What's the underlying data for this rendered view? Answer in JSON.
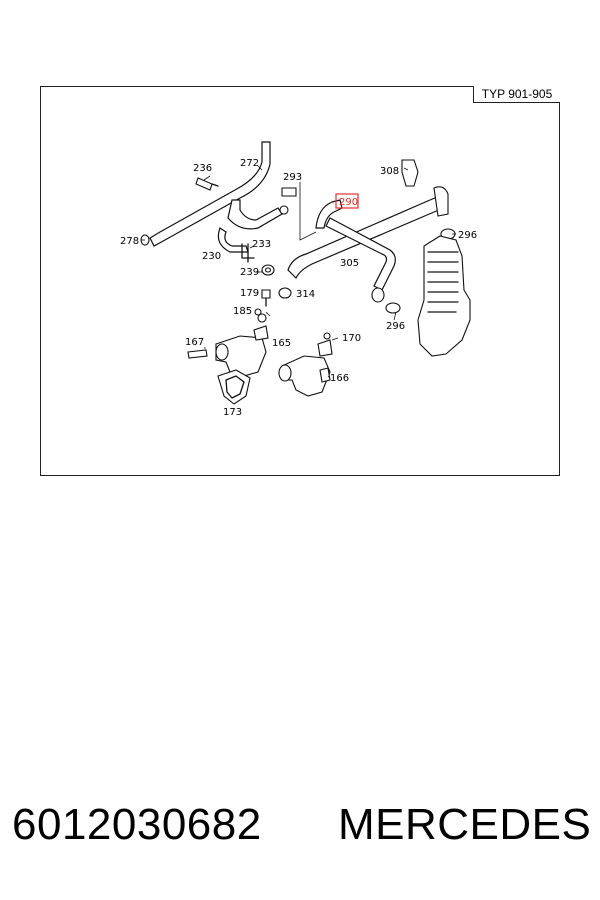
{
  "diagram": {
    "type_label": "TYP 901-905",
    "highlight_color": "#e0302e",
    "highlighted_part": "290",
    "parts": {
      "p236": "236",
      "p272": "272",
      "p293": "293",
      "p308": "308",
      "p290": "290",
      "p296a": "296",
      "p278": "278",
      "p233": "233",
      "p230": "230",
      "p305": "305",
      "p239": "239",
      "p179": "179",
      "p314": "314",
      "p185": "185",
      "p296b": "296",
      "p167": "167",
      "p170": "170",
      "p165": "165",
      "p166": "166",
      "p173": "173"
    }
  },
  "footer": {
    "part_number": "6012030682",
    "brand": "MERCEDES"
  }
}
